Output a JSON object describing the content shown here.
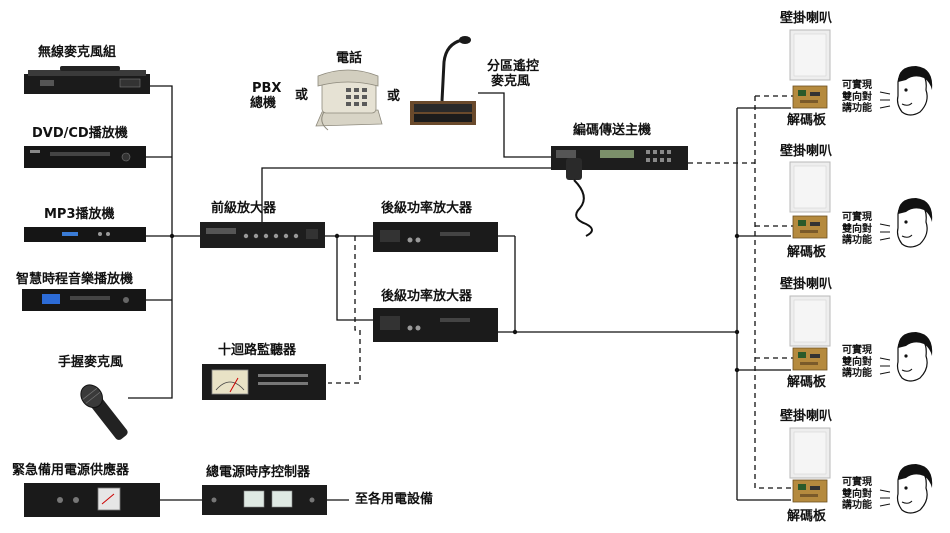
{
  "sources": {
    "wireless_mic": "無線麥克風組",
    "dvd": "DVD/CD播放機",
    "mp3": "MP3播放機",
    "smart_player": "智慧時程音樂播放機",
    "handheld_mic": "手握麥克風"
  },
  "phone": {
    "pbx_line1": "PBX",
    "pbx_line2": "總機",
    "or1": "或",
    "phone_label": "電話",
    "or2": "或",
    "zone_mic_line1": "分區遙控",
    "zone_mic_line2": "麥克風"
  },
  "encoder_label": "編碼傳送主機",
  "preamp_label": "前級放大器",
  "power_amp1_label": "後級功率放大器",
  "power_amp2_label": "後級功率放大器",
  "monitor_label": "十迴路監聽器",
  "ups_label": "緊急備用電源供應器",
  "sequencer_label": "總電源時序控制器",
  "to_equipment": "至各用電設備",
  "zones": [
    {
      "speaker": "壁掛喇叭",
      "decoder": "解碼板",
      "note_line1": "可實現",
      "note_line2": "雙向對",
      "note_line3": "講功能"
    },
    {
      "speaker": "壁掛喇叭",
      "decoder": "解碼板",
      "note_line1": "可實現",
      "note_line2": "雙向對",
      "note_line3": "講功能"
    },
    {
      "speaker": "壁掛喇叭",
      "decoder": "解碼板",
      "note_line1": "可實現",
      "note_line2": "雙向對",
      "note_line3": "講功能"
    },
    {
      "speaker": "壁掛喇叭",
      "decoder": "解碼板",
      "note_line1": "可實現",
      "note_line2": "雙向對",
      "note_line3": "講功能"
    }
  ]
}
